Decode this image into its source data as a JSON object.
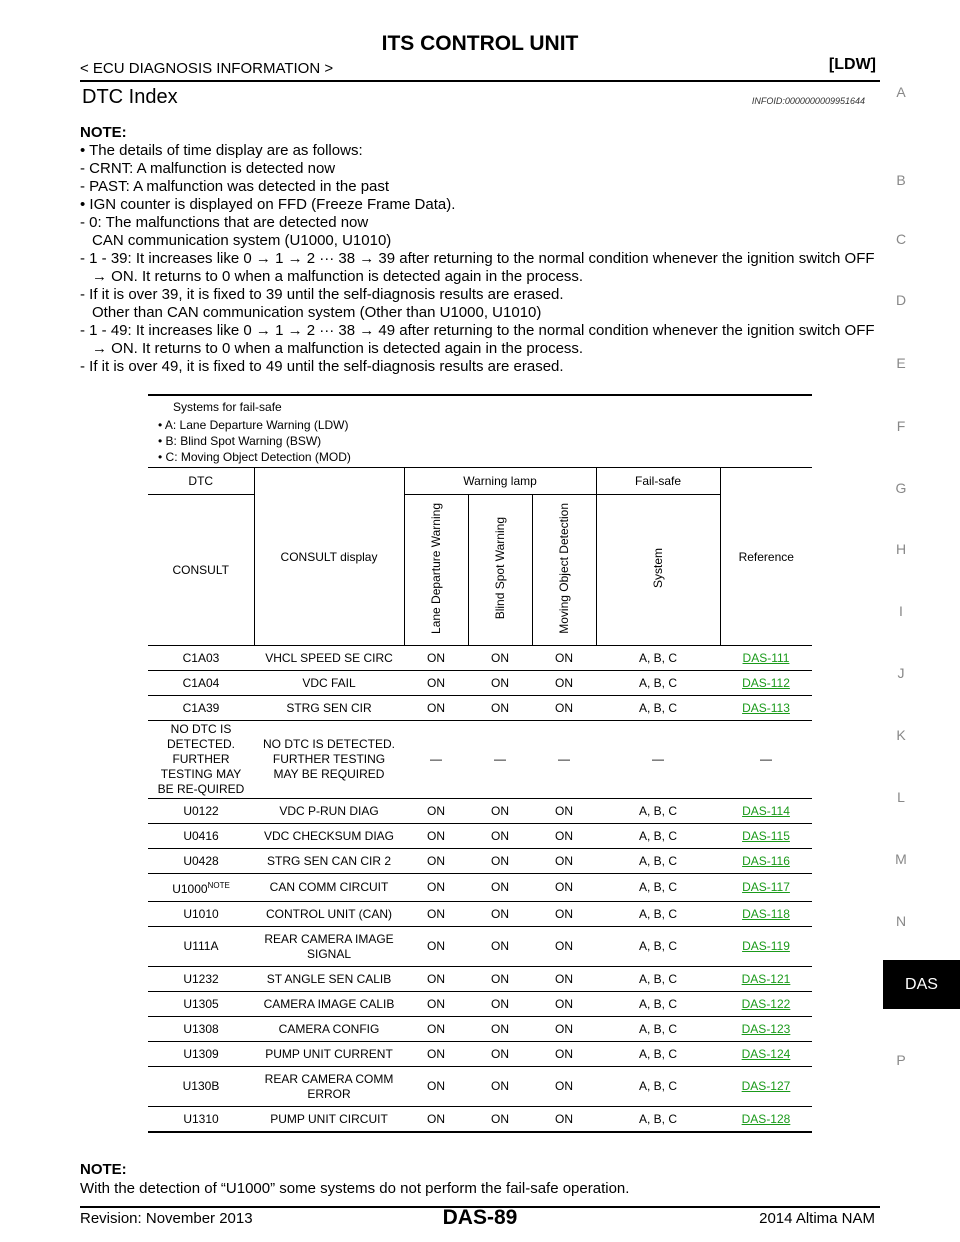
{
  "header": {
    "title": "ITS CONTROL UNIT",
    "breadcrumb": "< ECU DIAGNOSIS INFORMATION >",
    "tag": "[LDW]"
  },
  "section": {
    "title": "DTC Index",
    "infoid": "INFOID:0000000009951644"
  },
  "notes": {
    "heading": "NOTE:",
    "lines": [
      "• The details of time display are as follows:",
      "- CRNT: A malfunction is detected now",
      "- PAST: A malfunction was detected in the past",
      "• IGN counter is displayed on FFD (Freeze Frame Data).",
      "- 0: The malfunctions that are detected now",
      "CAN communication system (U1000, U1010)",
      "- 1 - 39: It increases like 0 → 1 → 2 ··· 38 → 39 after returning to the normal condition whenever the ignition switch OFF → ON. It returns to 0 when a malfunction is detected again in the process.",
      "- If it is over 39, it is fixed to 39 until the self-diagnosis results are erased.",
      "Other than CAN communication system (Other than U1000, U1010)",
      "- 1 - 49: It increases like 0 → 1 → 2 ··· 38 → 49 after returning to the normal condition whenever the ignition switch OFF → ON. It returns to 0 when a malfunction is detected again in the process.",
      "- If it is over 49, it is fixed to 49 until the self-diagnosis results are erased."
    ]
  },
  "failsafe": {
    "title": "Systems for fail-safe",
    "items": [
      "• A: Lane Departure Warning (LDW)",
      "• B: Blind Spot Warning (BSW)",
      "• C: Moving Object Detection (MOD)"
    ]
  },
  "table": {
    "headers": {
      "dtc": "DTC",
      "consult": "CONSULT",
      "consult_display": "CONSULT display",
      "warning_lamp": "Warning lamp",
      "fail_safe": "Fail-safe",
      "reference": "Reference",
      "ldw": "Lane Departure Warning",
      "bsw": "Blind Spot Warning",
      "mod": "Moving Object Detection",
      "system": "System"
    },
    "rows": [
      {
        "dtc": "C1A03",
        "display": "VHCL SPEED SE CIRC",
        "ldw": "ON",
        "bsw": "ON",
        "mod": "ON",
        "system": "A, B, C",
        "ref": "DAS-111"
      },
      {
        "dtc": "C1A04",
        "display": "VDC FAIL",
        "ldw": "ON",
        "bsw": "ON",
        "mod": "ON",
        "system": "A, B, C",
        "ref": "DAS-112"
      },
      {
        "dtc": "C1A39",
        "display": "STRG SEN CIR",
        "ldw": "ON",
        "bsw": "ON",
        "mod": "ON",
        "system": "A, B, C",
        "ref": "DAS-113"
      },
      {
        "dtc": "NO DTC IS DETECTED. FURTHER TESTING MAY BE RE-QUIRED",
        "display": "NO DTC IS DETECTED. FURTHER TESTING MAY BE REQUIRED",
        "ldw": "—",
        "bsw": "—",
        "mod": "—",
        "system": "—",
        "ref": "—"
      },
      {
        "dtc": "U0122",
        "display": "VDC P-RUN DIAG",
        "ldw": "ON",
        "bsw": "ON",
        "mod": "ON",
        "system": "A, B, C",
        "ref": "DAS-114"
      },
      {
        "dtc": "U0416",
        "display": "VDC CHECKSUM DIAG",
        "ldw": "ON",
        "bsw": "ON",
        "mod": "ON",
        "system": "A, B, C",
        "ref": "DAS-115"
      },
      {
        "dtc": "U0428",
        "display": "STRG SEN CAN CIR 2",
        "ldw": "ON",
        "bsw": "ON",
        "mod": "ON",
        "system": "A, B, C",
        "ref": "DAS-116"
      },
      {
        "dtc": "U1000",
        "dtc_sup": "NOTE",
        "display": "CAN COMM CIRCUIT",
        "ldw": "ON",
        "bsw": "ON",
        "mod": "ON",
        "system": "A, B, C",
        "ref": "DAS-117"
      },
      {
        "dtc": "U1010",
        "display": "CONTROL UNIT (CAN)",
        "ldw": "ON",
        "bsw": "ON",
        "mod": "ON",
        "system": "A, B, C",
        "ref": "DAS-118"
      },
      {
        "dtc": "U111A",
        "display": "REAR CAMERA IMAGE SIGNAL",
        "ldw": "ON",
        "bsw": "ON",
        "mod": "ON",
        "system": "A, B, C",
        "ref": "DAS-119"
      },
      {
        "dtc": "U1232",
        "display": "ST ANGLE SEN CALIB",
        "ldw": "ON",
        "bsw": "ON",
        "mod": "ON",
        "system": "A, B, C",
        "ref": "DAS-121"
      },
      {
        "dtc": "U1305",
        "display": "CAMERA IMAGE CALIB",
        "ldw": "ON",
        "bsw": "ON",
        "mod": "ON",
        "system": "A, B, C",
        "ref": "DAS-122"
      },
      {
        "dtc": "U1308",
        "display": "CAMERA CONFIG",
        "ldw": "ON",
        "bsw": "ON",
        "mod": "ON",
        "system": "A, B, C",
        "ref": "DAS-123"
      },
      {
        "dtc": "U1309",
        "display": "PUMP UNIT CURRENT",
        "ldw": "ON",
        "bsw": "ON",
        "mod": "ON",
        "system": "A, B, C",
        "ref": "DAS-124"
      },
      {
        "dtc": "U130B",
        "display": "REAR CAMERA COMM ERROR",
        "ldw": "ON",
        "bsw": "ON",
        "mod": "ON",
        "system": "A, B, C",
        "ref": "DAS-127"
      },
      {
        "dtc": "U1310",
        "display": "PUMP UNIT CIRCUIT",
        "ldw": "ON",
        "bsw": "ON",
        "mod": "ON",
        "system": "A, B, C",
        "ref": "DAS-128"
      }
    ]
  },
  "sidebar": {
    "letters": [
      "A",
      "B",
      "C",
      "D",
      "E",
      "F",
      "G",
      "H",
      "I",
      "J",
      "K",
      "L",
      "M",
      "N",
      "P"
    ],
    "active_tab": "DAS"
  },
  "footnote": {
    "heading": "NOTE:",
    "text": "With the detection of “U1000” some systems do not perform the fail-safe operation."
  },
  "footer": {
    "revision": "Revision: November 2013",
    "page": "DAS-89",
    "model": "2014 Altima NAM"
  },
  "colors": {
    "link": "#1a9a1a",
    "tab_bg": "#000000",
    "side_letter": "#888888"
  }
}
